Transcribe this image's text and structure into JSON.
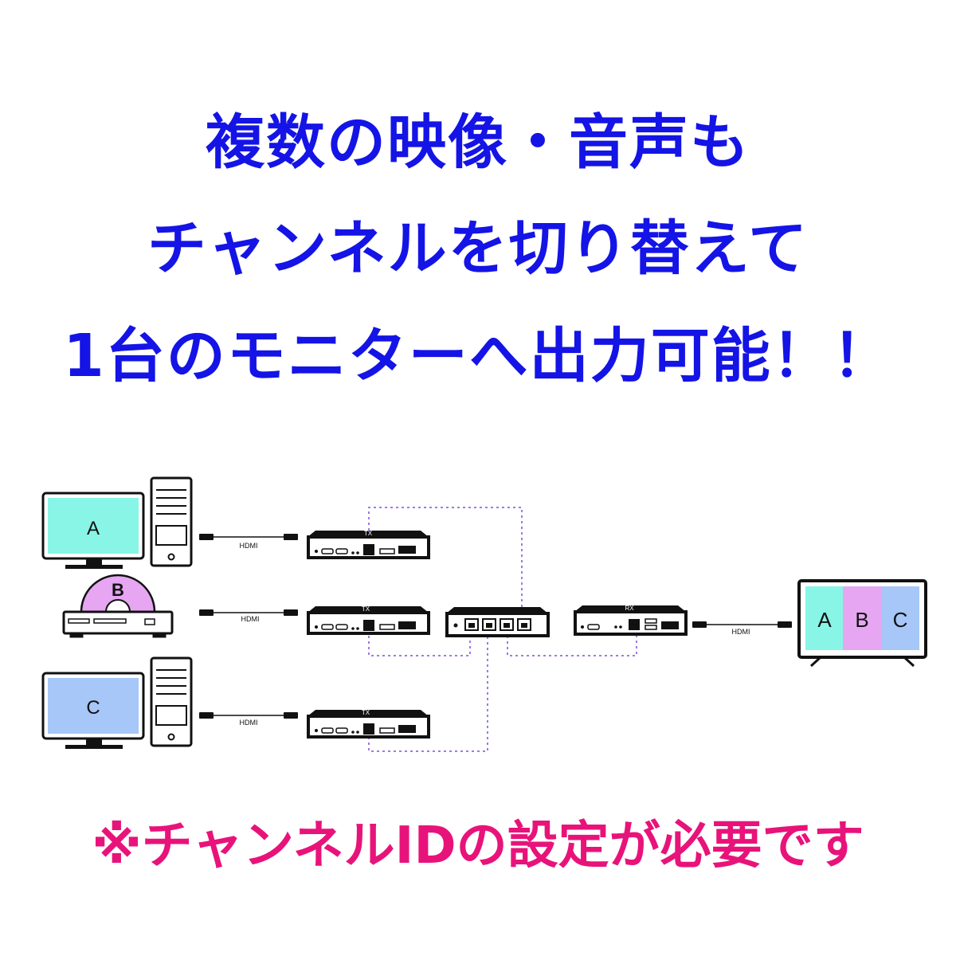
{
  "headline": {
    "line1": "複数の映像・音声も",
    "line2": "チャンネルを切り替えて",
    "line3": "1台のモニターへ出力可能！！"
  },
  "note": "※チャンネルIDの設定が必要です",
  "diagram": {
    "sources": [
      {
        "label": "A",
        "color": "#88f5e6"
      },
      {
        "label": "B",
        "color": "#e6a6f2"
      },
      {
        "label": "C",
        "color": "#a6c7f7"
      }
    ],
    "cable_label": "HDMI",
    "tx_label": "TX",
    "rx_label": "RX",
    "tv_segments": [
      {
        "label": "A",
        "color": "#88f5e6"
      },
      {
        "label": "B",
        "color": "#e6a6f2"
      },
      {
        "label": "C",
        "color": "#a6c7f7"
      }
    ],
    "network_line_color": "#a07ae0",
    "text_color_blue": "#1414e6",
    "text_color_pink": "#e8137a"
  }
}
